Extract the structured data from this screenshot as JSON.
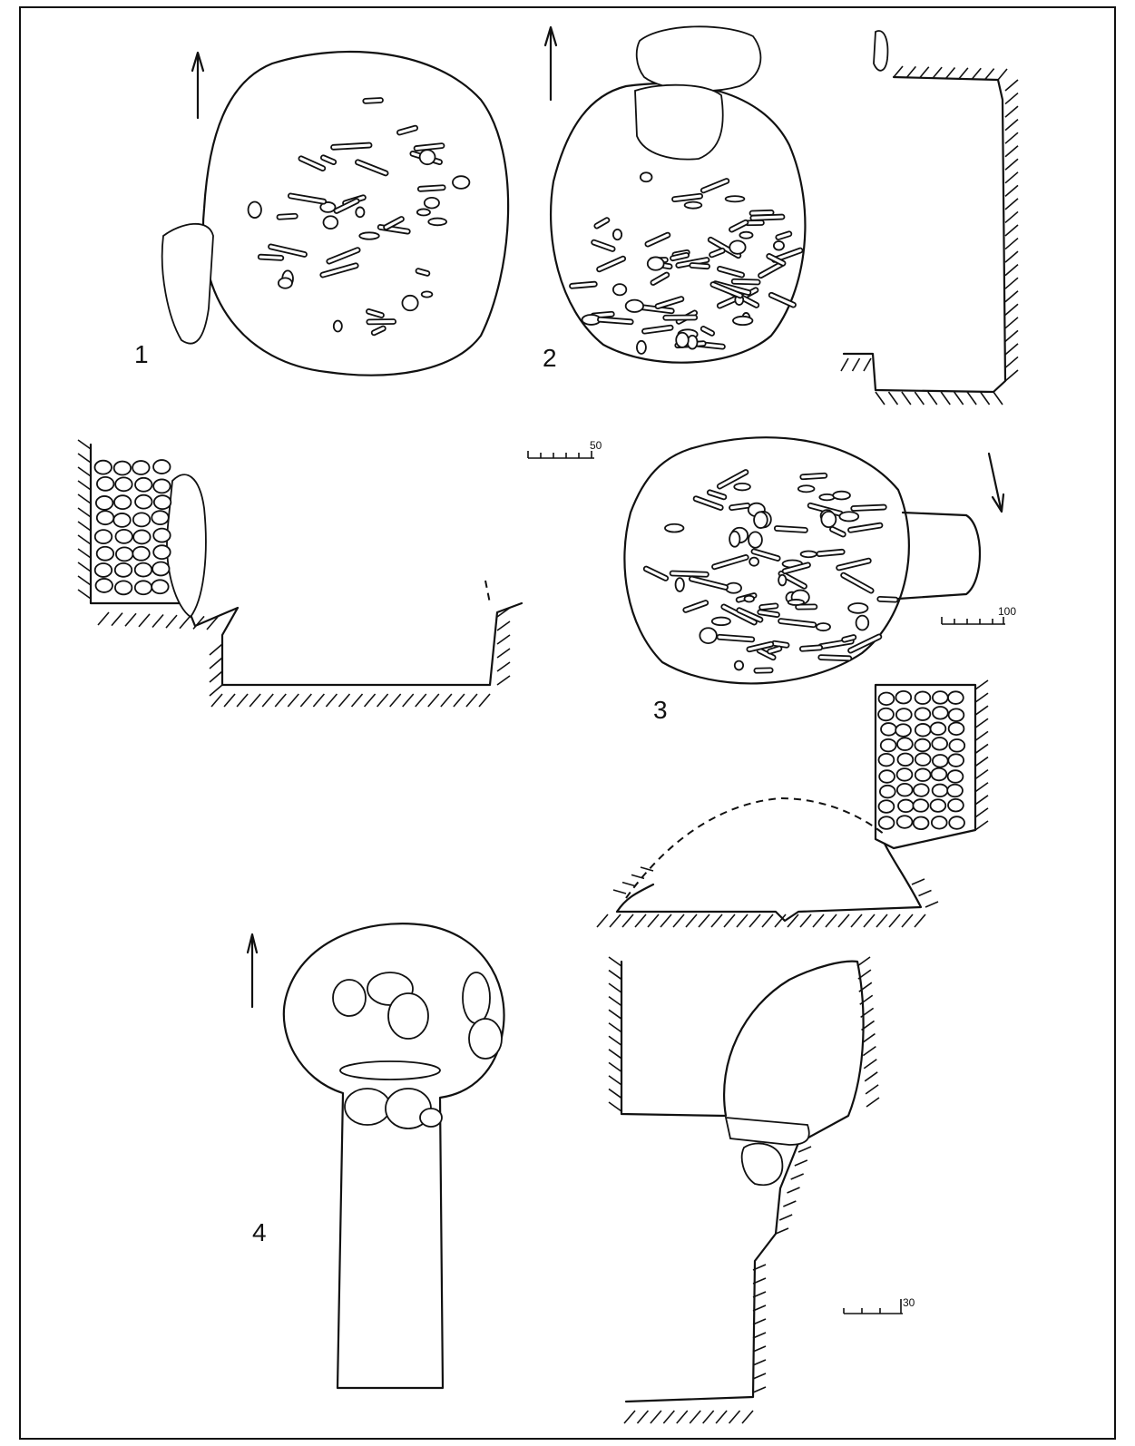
{
  "figures": [
    {
      "label": "1"
    },
    {
      "label": "2"
    },
    {
      "label": "3"
    },
    {
      "label": "4"
    }
  ],
  "scales": [
    {
      "label": "50"
    },
    {
      "label": "100"
    },
    {
      "label": "30"
    }
  ]
}
